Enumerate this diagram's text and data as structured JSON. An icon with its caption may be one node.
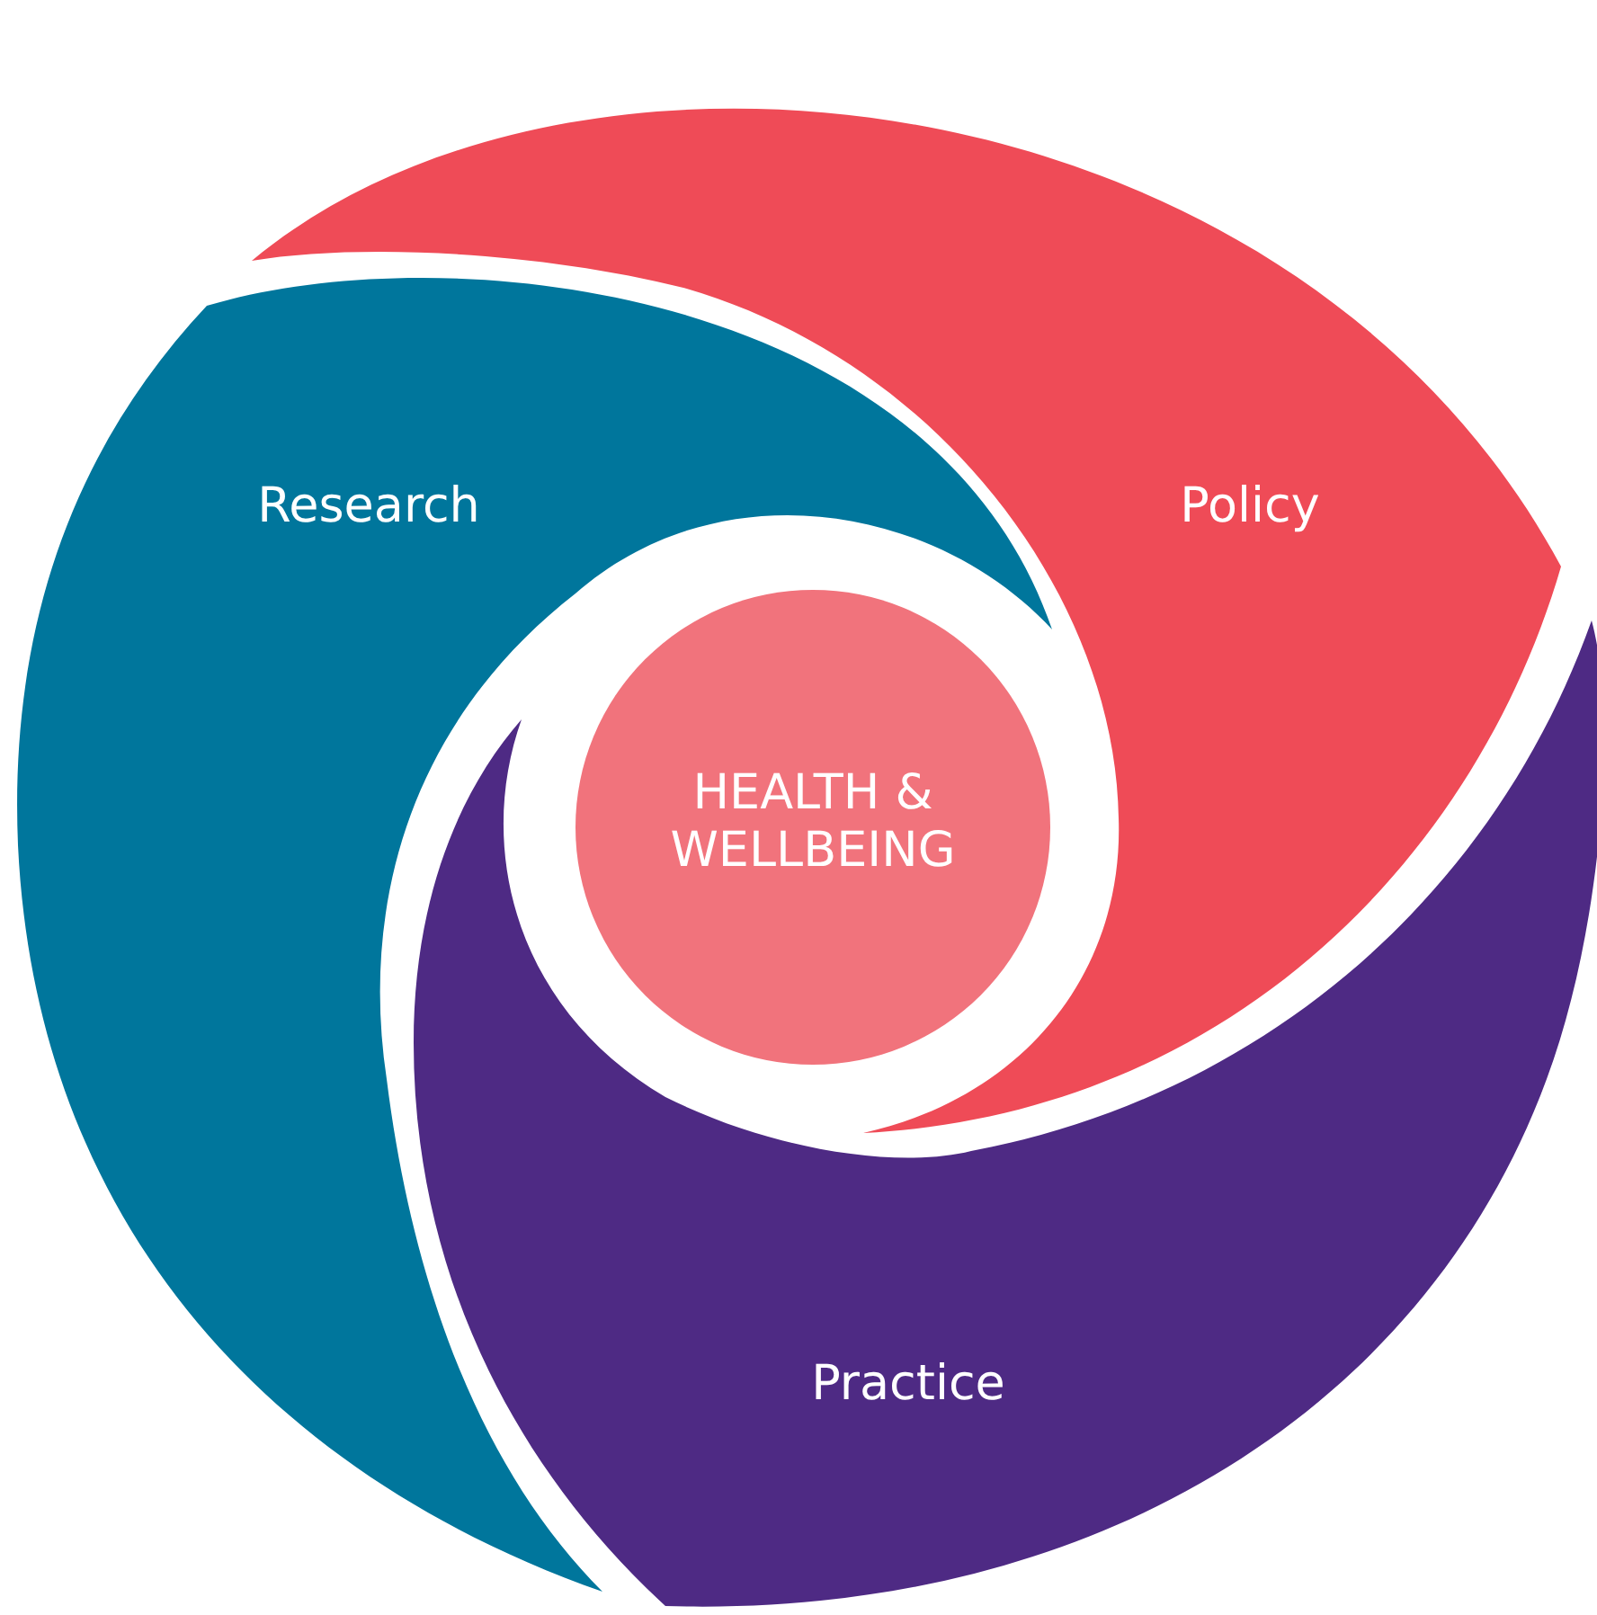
{
  "diagram": {
    "nodes": [
      {
        "text": [
          "Research"
        ]
      },
      {
        "text": [
          "Policy"
        ]
      },
      {
        "text": [
          "Practice"
        ]
      },
      {
        "text": [
          "HEALTH & WELLBEING"
        ]
      }
    ]
  }
}
